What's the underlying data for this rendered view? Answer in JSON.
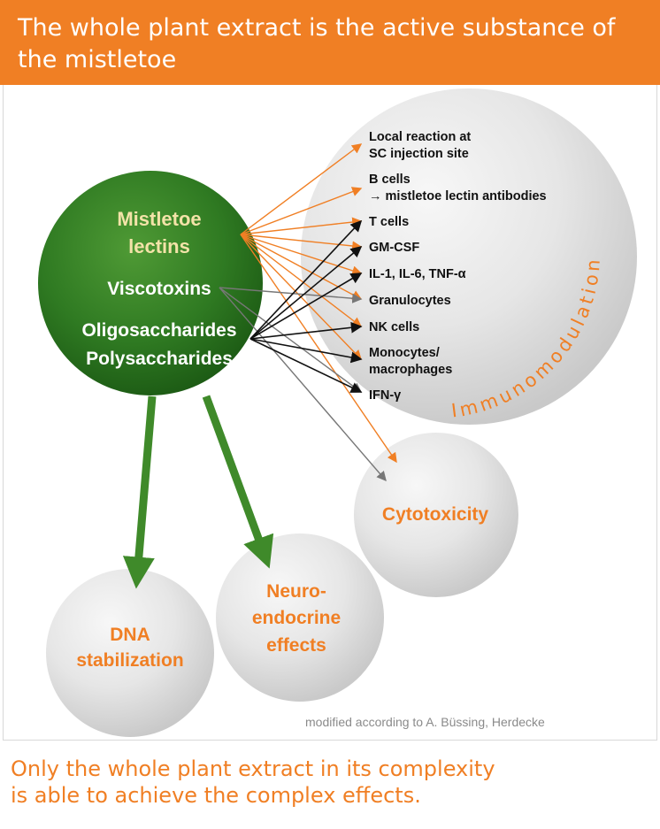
{
  "header": {
    "title_line1": "The whole plant extract is the active substance of",
    "title_line2": "the mistletoe"
  },
  "center": {
    "lectins_line1": "Mistletoe",
    "lectins_line2": "lectins",
    "viscotoxins": "Viscotoxins",
    "oligo": "Oligosaccharides",
    "poly": "Polysaccharides"
  },
  "immunomodulation": {
    "label": "Immunomodulation",
    "items": [
      {
        "line1": "Local reaction at",
        "line2": "SC injection site"
      },
      {
        "line1": "B cells",
        "line2": "→ mistletoe lectin antibodies"
      },
      {
        "line1": "T cells"
      },
      {
        "line1": "GM-CSF"
      },
      {
        "line1": "IL-1, IL-6, TNF-α"
      },
      {
        "line1": "Granulocytes"
      },
      {
        "line1": "NK cells"
      },
      {
        "line1": "Monocytes/",
        "line2": "macrophages"
      },
      {
        "line1": "IFN-γ"
      }
    ]
  },
  "effects": {
    "cytotoxicity": "Cytotoxicity",
    "neuro_line1": "Neuro-",
    "neuro_line2": "endocrine",
    "neuro_line3": "effects",
    "dna_line1": "DNA",
    "dna_line2": "stabilization"
  },
  "credit": "modified according to A. Büssing, Herdecke",
  "footer": {
    "line1": "Only the whole plant extract in its complexity",
    "line2": "is able to achieve the complex effects."
  },
  "colors": {
    "orange": "#f07f24",
    "green": "#3f8a2a",
    "lectin_text": "#f3e3a8"
  }
}
